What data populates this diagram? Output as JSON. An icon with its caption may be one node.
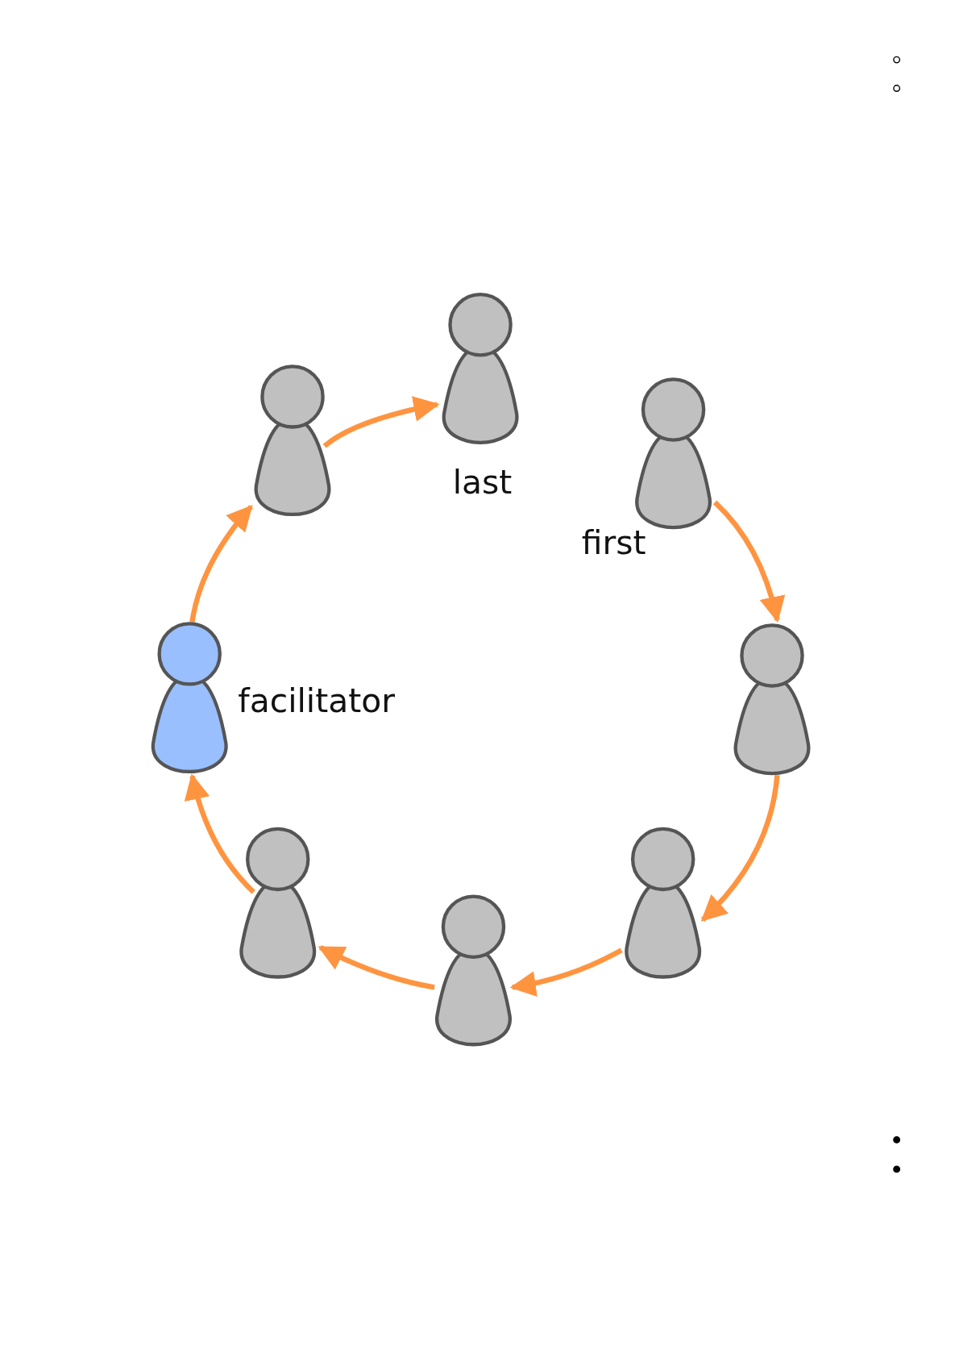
{
  "diagram": {
    "nodes": [
      {
        "text": [],
        "shape": "person",
        "beside": [
          "last"
        ]
      },
      {
        "text": [],
        "shape": "person"
      },
      {
        "text": [],
        "shape": "person",
        "beside": [
          "first"
        ]
      },
      {
        "text": [],
        "shape": "person",
        "beside": [
          "facilitator"
        ]
      },
      {
        "text": [],
        "shape": "person"
      },
      {
        "text": [],
        "shape": "person"
      },
      {
        "text": [],
        "shape": "person"
      },
      {
        "text": [],
        "shape": "person"
      }
    ],
    "edges": [
      {
        "from": 2,
        "to": 4,
        "arrow": "to"
      },
      {
        "from": 4,
        "to": 6,
        "arrow": "to"
      },
      {
        "from": 6,
        "to": 7,
        "arrow": "to"
      },
      {
        "from": 7,
        "to": 5,
        "arrow": "to"
      },
      {
        "from": 5,
        "to": 3,
        "arrow": "to"
      },
      {
        "from": 3,
        "to": 1,
        "arrow": "to"
      },
      {
        "from": 1,
        "to": 0,
        "arrow": "to"
      }
    ]
  }
}
